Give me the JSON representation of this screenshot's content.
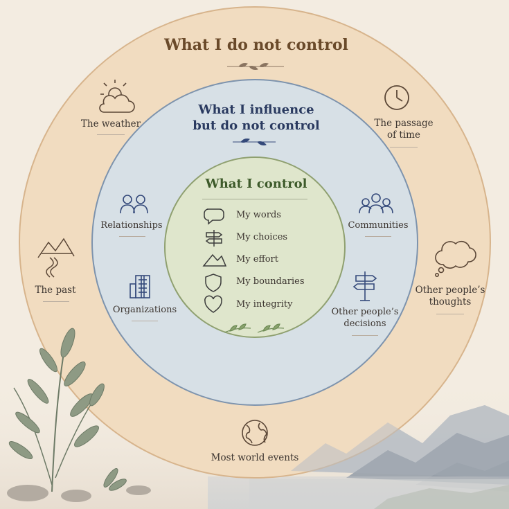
{
  "outer": {
    "title": "What I do not control",
    "items": [
      {
        "label": "The weather",
        "icon": "sun-cloud-icon"
      },
      {
        "label": "The passage of time",
        "line1": "The passage",
        "line2": "of time",
        "icon": "clock-icon"
      },
      {
        "label": "The past",
        "icon": "mountain-road-icon"
      },
      {
        "label": "Other people’s thoughts",
        "line1": "Other people’s",
        "line2": "thoughts",
        "icon": "thought-bubble-icon"
      },
      {
        "label": "Most world events",
        "icon": "globe-icon"
      }
    ]
  },
  "middle": {
    "title_line1": "What I influence",
    "title_line2": "but do not control",
    "items": [
      {
        "label": "Relationships",
        "icon": "people-pair-icon"
      },
      {
        "label": "Communities",
        "icon": "people-group-icon"
      },
      {
        "label": "Organizations",
        "icon": "building-icon"
      },
      {
        "label": "Other people’s decisions",
        "line1": "Other people’s",
        "line2": "decisions",
        "icon": "signpost-icon"
      }
    ]
  },
  "inner": {
    "title": "What I control",
    "items": [
      {
        "label": "My words",
        "icon": "speech-bubble-icon"
      },
      {
        "label": "My choices",
        "icon": "signpost-icon"
      },
      {
        "label": "My effort",
        "icon": "mountain-icon"
      },
      {
        "label": "My boundaries",
        "icon": "shield-icon"
      },
      {
        "label": "My integrity",
        "icon": "heart-icon"
      }
    ]
  },
  "colors": {
    "outer_ring": "#f1dcc0",
    "middle_ring": "#d7e0e6",
    "inner_ring": "#dfe6cc",
    "outer_title": "#6a4a2a",
    "middle_title": "#2a3a60",
    "inner_title": "#3d5a2a",
    "icon_blue": "#34497a",
    "icon_brown": "#5a4636"
  }
}
